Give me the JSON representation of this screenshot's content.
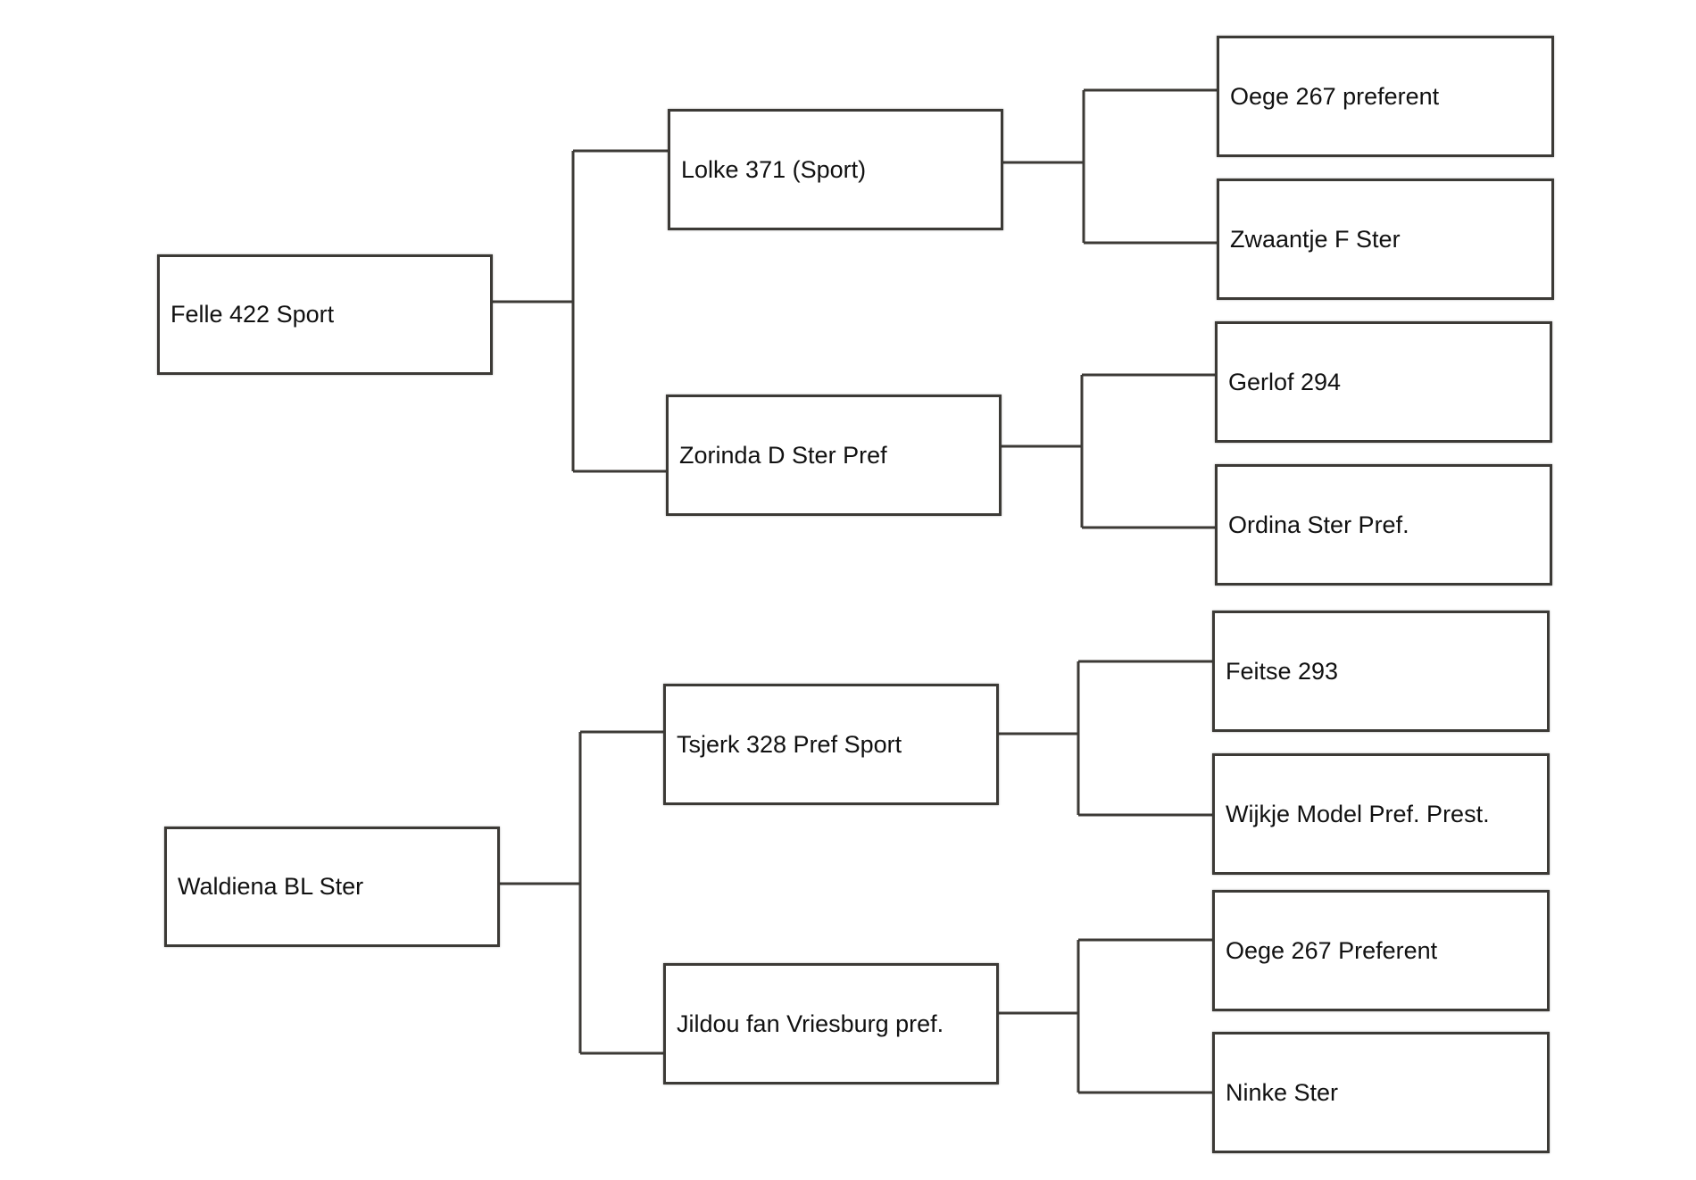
{
  "line_color": "#3c3a36",
  "pedigree": {
    "generation_1": [
      "Felle 422 Sport",
      "Waldiena BL Ster"
    ],
    "generation_2": [
      "Lolke 371 (Sport)",
      "Zorinda D Ster Pref",
      "Tsjerk 328 Pref Sport",
      "Jildou fan Vriesburg pref."
    ],
    "generation_3": [
      "Oege 267 preferent",
      "Zwaantje F Ster",
      "Gerlof 294",
      "Ordina Ster Pref.",
      "Feitse 293",
      "Wijkje Model Pref. Prest.",
      "Oege 267 Preferent",
      "Ninke Ster"
    ]
  }
}
